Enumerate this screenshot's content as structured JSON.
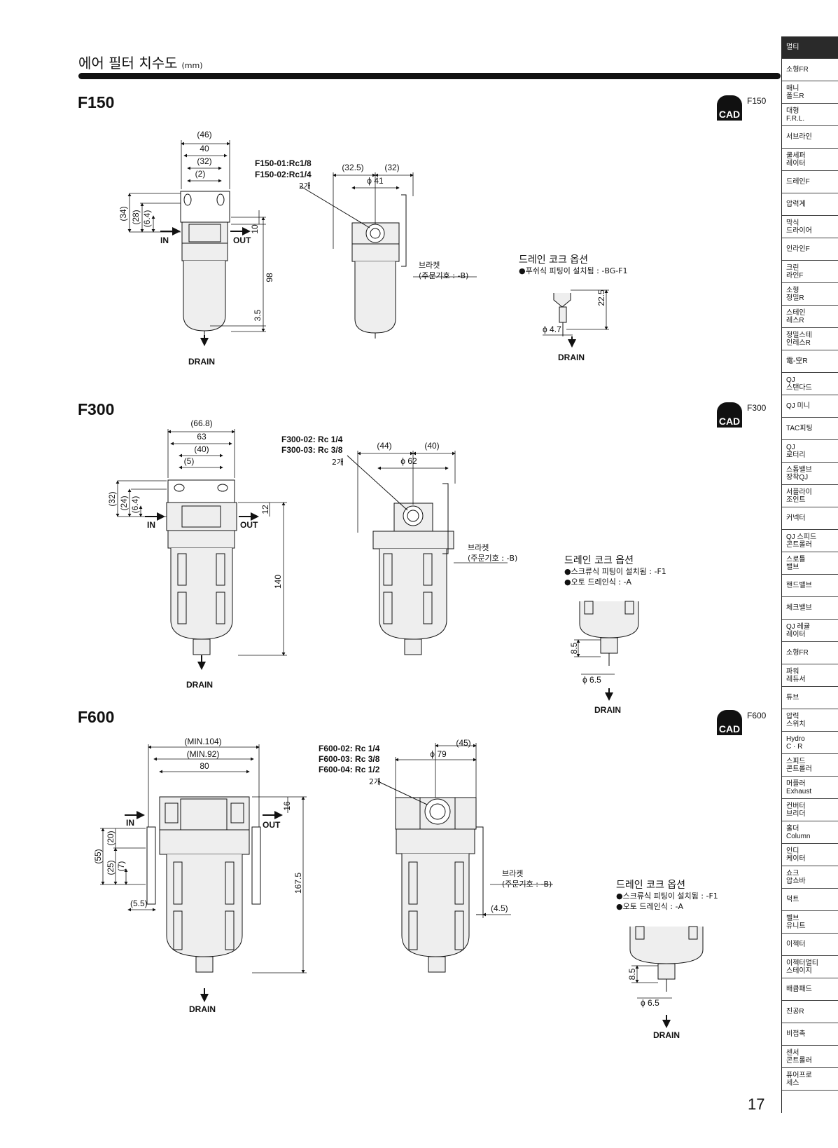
{
  "header": {
    "title": "에어 필터 치수도",
    "unit": "(mm)"
  },
  "sidebar": {
    "items": [
      "멀티",
      "소형FR",
      "매니\n폴드R",
      "대형\nF.R.L.",
      "서브라인",
      "쿨세퍼\n레이터",
      "드레인F",
      "압력계",
      "막식\n드라이어",
      "인라인F",
      "크린\n라인F",
      "소형\n정밀R",
      "스테인\n레스R",
      "정밀스테\n인레스R",
      "電-空R",
      "QJ\n스탠다드",
      "QJ 미니",
      "TAC피팅",
      "QJ\n로터리",
      "스톱밸브\n장착QJ",
      "서플라이\n조인트",
      "커넥터",
      "QJ 스피드\n콘트롤러",
      "스로틀\n밸브",
      "핸드밸브",
      "체크밸브",
      "QJ 레귤\n레이터",
      "소형FR",
      "파워\n레듀서",
      "튜브",
      "압력\n스위치",
      "Hydro\nC · R",
      "스피드\n콘트롤러",
      "머플러\nExhaust",
      "컨버터\n브리더",
      "홀더\nColumn",
      "인디\n케이터",
      "쇼크\n압쇼바",
      "덕트",
      "벨브\n유니트",
      "이젝터",
      "이젝터멀티\n스테이지",
      "배큠패드",
      "진공R",
      "비접촉",
      "센서\n콘트롤러",
      "퓨어프로\n세스"
    ],
    "active_index": 0
  },
  "page_number": "17",
  "common": {
    "cad": "CAD",
    "in": "IN",
    "out": "OUT",
    "drain": "DRAIN",
    "pcs": "2개",
    "bracket": "브라켓",
    "bracket_code": "(주문기호 : -B)",
    "drain_cock_title": "드레인 코크 옵션"
  },
  "f150": {
    "title": "F150",
    "cad_label": "F150",
    "ports": [
      "F150-01:Rc1/8",
      "F150-02:Rc1/4"
    ],
    "dims": {
      "w46": "(46)",
      "w40": "40",
      "w32": "(32)",
      "w2": "(2)",
      "h34": "(34)",
      "h28": "(28)",
      "h6_4": "(6.4)",
      "h10": "10",
      "h98": "98",
      "h3_5": "3.5",
      "s32_5": "(32.5)",
      "s32": "(32)",
      "phi41": "ϕ 41",
      "d22_5": "22.5",
      "phi4_7": "ϕ 4.7"
    },
    "drain_options": [
      "●푸쉬식 피팅이 설치됨 : -BG-F1"
    ]
  },
  "f300": {
    "title": "F300",
    "cad_label": "F300",
    "ports": [
      "F300-02: Rc 1/4",
      "F300-03: Rc 3/8"
    ],
    "dims": {
      "w66_8": "(66.8)",
      "w63": "63",
      "w40": "(40)",
      "w5": "(5)",
      "h32": "(32)",
      "h24": "(24)",
      "h6_4": "(6.4)",
      "h12": "12",
      "h140": "140",
      "s44": "(44)",
      "s40": "(40)",
      "phi62": "ϕ 62",
      "d8_5": "8.5",
      "phi6_5": "ϕ 6.5"
    },
    "drain_options": [
      "●스크류식 피팅이 설치됨 : -F1",
      "●오토 드레인식 : -A"
    ]
  },
  "f600": {
    "title": "F600",
    "cad_label": "F600",
    "ports": [
      "F600-02: Rc 1/4",
      "F600-03: Rc 3/8",
      "F600-04: Rc 1/2"
    ],
    "dims": {
      "wmin104": "(MIN.104)",
      "wmin92": "(MIN.92)",
      "w80": "80",
      "h16": "16",
      "h167_5": "167.5",
      "h55": "(55)",
      "h25": "(25)",
      "h20": "(20)",
      "h7": "(7)",
      "w5_5": "(5.5)",
      "s45": "(45)",
      "phi79": "ϕ 79",
      "s4_5": "(4.5)",
      "d8_5": "8.5",
      "phi6_5": "ϕ 6.5"
    },
    "drain_options": [
      "●스크류식 피팅이 설치됨 : -F1",
      "●오토 드레인식 : -A"
    ]
  }
}
